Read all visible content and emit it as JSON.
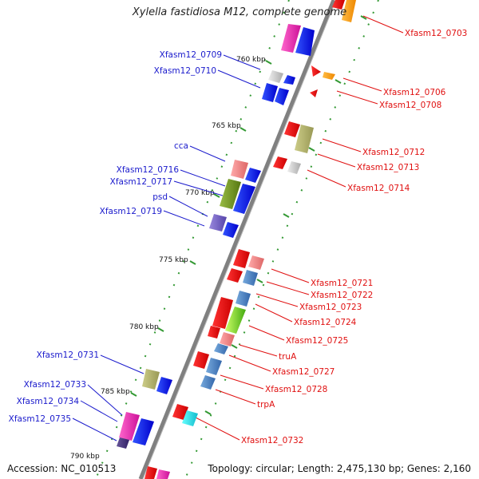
{
  "title": "Xylella fastidiosa M12, complete genome",
  "footer": {
    "accession": "Accession: NC_010513",
    "summary": "Topology: circular; Length: 2,475,130 bp; Genes: 2,160"
  },
  "colors": {
    "backbone": "#808080",
    "left_label": "#1a1acc",
    "right_label": "#e01010",
    "tick": "#339933"
  },
  "ticks": [
    "760 kbp",
    "765 kbp",
    "770 kbp",
    "775 kbp",
    "780 kbp",
    "785 kbp",
    "790 kbp"
  ],
  "left_labels": [
    "Xfasm12_0709",
    "Xfasm12_0710",
    "cca",
    "Xfasm12_0716",
    "Xfasm12_0717",
    "psd",
    "Xfasm12_0719",
    "Xfasm12_0731",
    "Xfasm12_0733",
    "Xfasm12_0734",
    "Xfasm12_0735"
  ],
  "right_labels": [
    "Xfasm12_0703",
    "Xfasm12_0706",
    "Xfasm12_0708",
    "Xfasm12_0712",
    "Xfasm12_0713",
    "Xfasm12_0714",
    "Xfasm12_0721",
    "Xfasm12_0722",
    "Xfasm12_0723",
    "Xfasm12_0724",
    "Xfasm12_0725",
    "truA",
    "Xfasm12_0727",
    "Xfasm12_0728",
    "trpA",
    "Xfasm12_0732"
  ]
}
